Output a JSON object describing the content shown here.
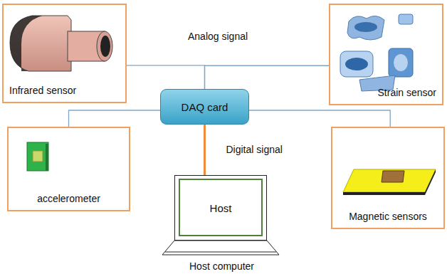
{
  "diagram": {
    "nodes": [
      {
        "text": [
          "Infrared sensor"
        ]
      },
      {
        "text": [
          "Strain sensor"
        ]
      },
      {
        "text": [
          "DAQ card"
        ]
      },
      {
        "text": [
          "accelerometer"
        ]
      },
      {
        "text": [
          "Magnetic sensors"
        ]
      },
      {
        "text": [
          "Host"
        ]
      }
    ],
    "edges": [
      {
        "from": 2,
        "to": 0,
        "arrow": "none"
      },
      {
        "from": 2,
        "to": 1,
        "arrow": "none"
      },
      {
        "from": 2,
        "to": 3,
        "arrow": "none"
      },
      {
        "from": 2,
        "to": 4,
        "arrow": "none"
      },
      {
        "from": 2,
        "to": 5,
        "label": "Digital signal",
        "arrow": "none"
      }
    ],
    "labels": [
      "Analog signal",
      "Host computer"
    ]
  }
}
